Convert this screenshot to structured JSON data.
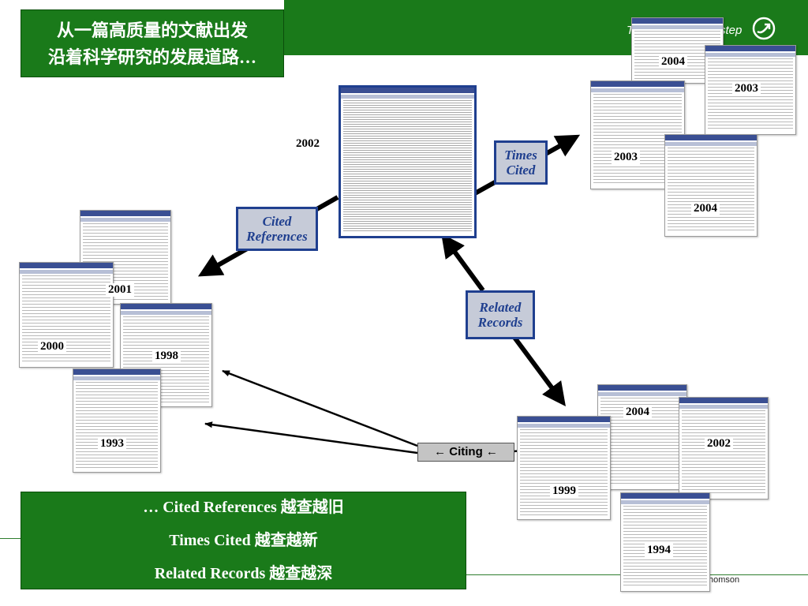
{
  "title": {
    "line1": "从一篇高质量的文献出发",
    "line2": "沿着科学研究的发展道路…"
  },
  "labels": {
    "times_cited": [
      "Times",
      "Cited"
    ],
    "cited_references": [
      "Cited",
      "References"
    ],
    "related_records": [
      "Related",
      "Records"
    ],
    "citing": "← Citing ←"
  },
  "years": {
    "central": "2002",
    "tc1": "2004",
    "tc2": "2003",
    "tc3": "2003",
    "tc4": "2004",
    "ref1": "2001",
    "ref2": "2000",
    "ref3": "1998",
    "ref4": "1993",
    "rr1": "2004",
    "rr2": "2002",
    "rr3": "1999",
    "rr4": "1994"
  },
  "summary": {
    "line1": "… Cited References 越查越旧",
    "line2": "Times Cited 越查越新",
    "line3": "Related Records 越查越深"
  },
  "brand": {
    "tagline_start": "T",
    "tagline_end": "step",
    "footer": "homson"
  },
  "colors": {
    "green": "#1a7a1a",
    "navy": "#1f3f8f",
    "label_fill": "#c6cbd8",
    "citing_fill": "#c4c4c4"
  },
  "icons": {
    "logo": "circle-arrow-icon"
  }
}
